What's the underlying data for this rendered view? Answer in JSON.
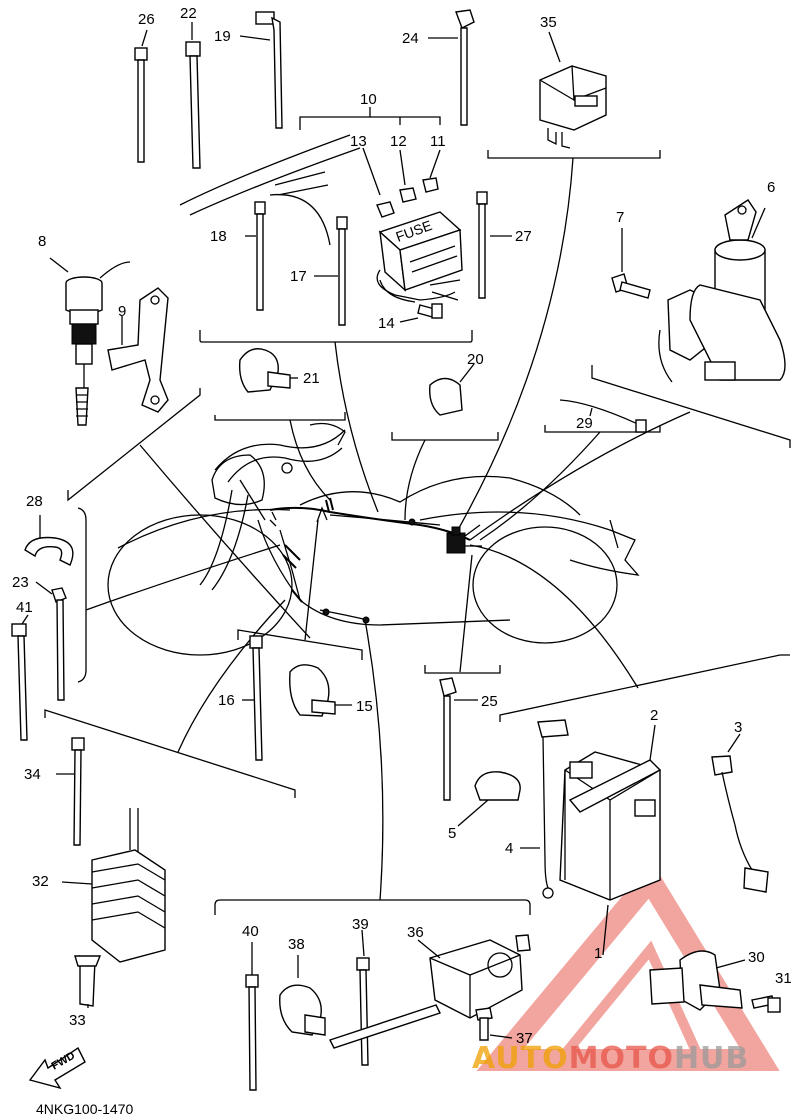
{
  "diagram": {
    "code": "4NKG100-1470",
    "fwd_label": "FWD",
    "fuse_label": "FUSE",
    "watermark": {
      "part1": "AUTO",
      "part2": "MOTO",
      "part3": "HUB",
      "color1": "#f0a000",
      "color2": "#e8564a",
      "color3": "#9a9a9a"
    },
    "labels": {
      "l1": "1",
      "l2": "2",
      "l3": "3",
      "l4": "4",
      "l5": "5",
      "l6": "6",
      "l7": "7",
      "l8": "8",
      "l9": "9",
      "l10": "10",
      "l11": "11",
      "l12": "12",
      "l13": "13",
      "l14": "14",
      "l15": "15",
      "l16": "16",
      "l17": "17",
      "l18": "18",
      "l19": "19",
      "l20": "20",
      "l21": "21",
      "l22": "22",
      "l23": "23",
      "l24": "24",
      "l25": "25",
      "l26": "26",
      "l27": "27",
      "l28": "28",
      "l29": "29",
      "l30": "30",
      "l31": "31",
      "l32": "32",
      "l33": "33",
      "l34": "34",
      "l35": "35",
      "l36": "36",
      "l37": "37",
      "l38": "38",
      "l39": "39",
      "l40": "40",
      "l41": "41"
    }
  }
}
